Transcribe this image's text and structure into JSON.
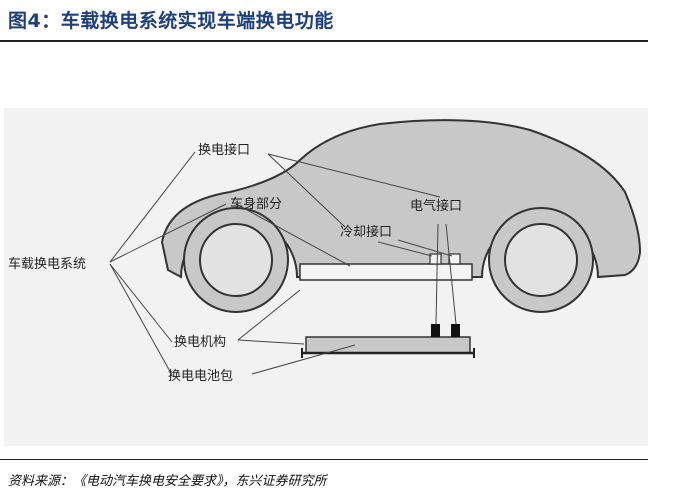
{
  "figure": {
    "title": "图4：车载换电系统实现车端换电功能",
    "source": "资料来源：《电动汽车换电安全要求》，东兴证券研究所"
  },
  "labels": {
    "swap_interface": "换电接口",
    "body_part": "车身部分",
    "electrical_interface": "电气接口",
    "cooling_interface": "冷却接口",
    "onboard_system": "车载换电系统",
    "swap_mechanism": "换电机构",
    "swap_battery_pack": "换电电池包"
  },
  "colors": {
    "title": "#1f3f7a",
    "car_fill": "#c8c8c8",
    "car_outline": "#333333",
    "wheel_fill": "#e2e2e2",
    "background": "#f2f2f2"
  }
}
